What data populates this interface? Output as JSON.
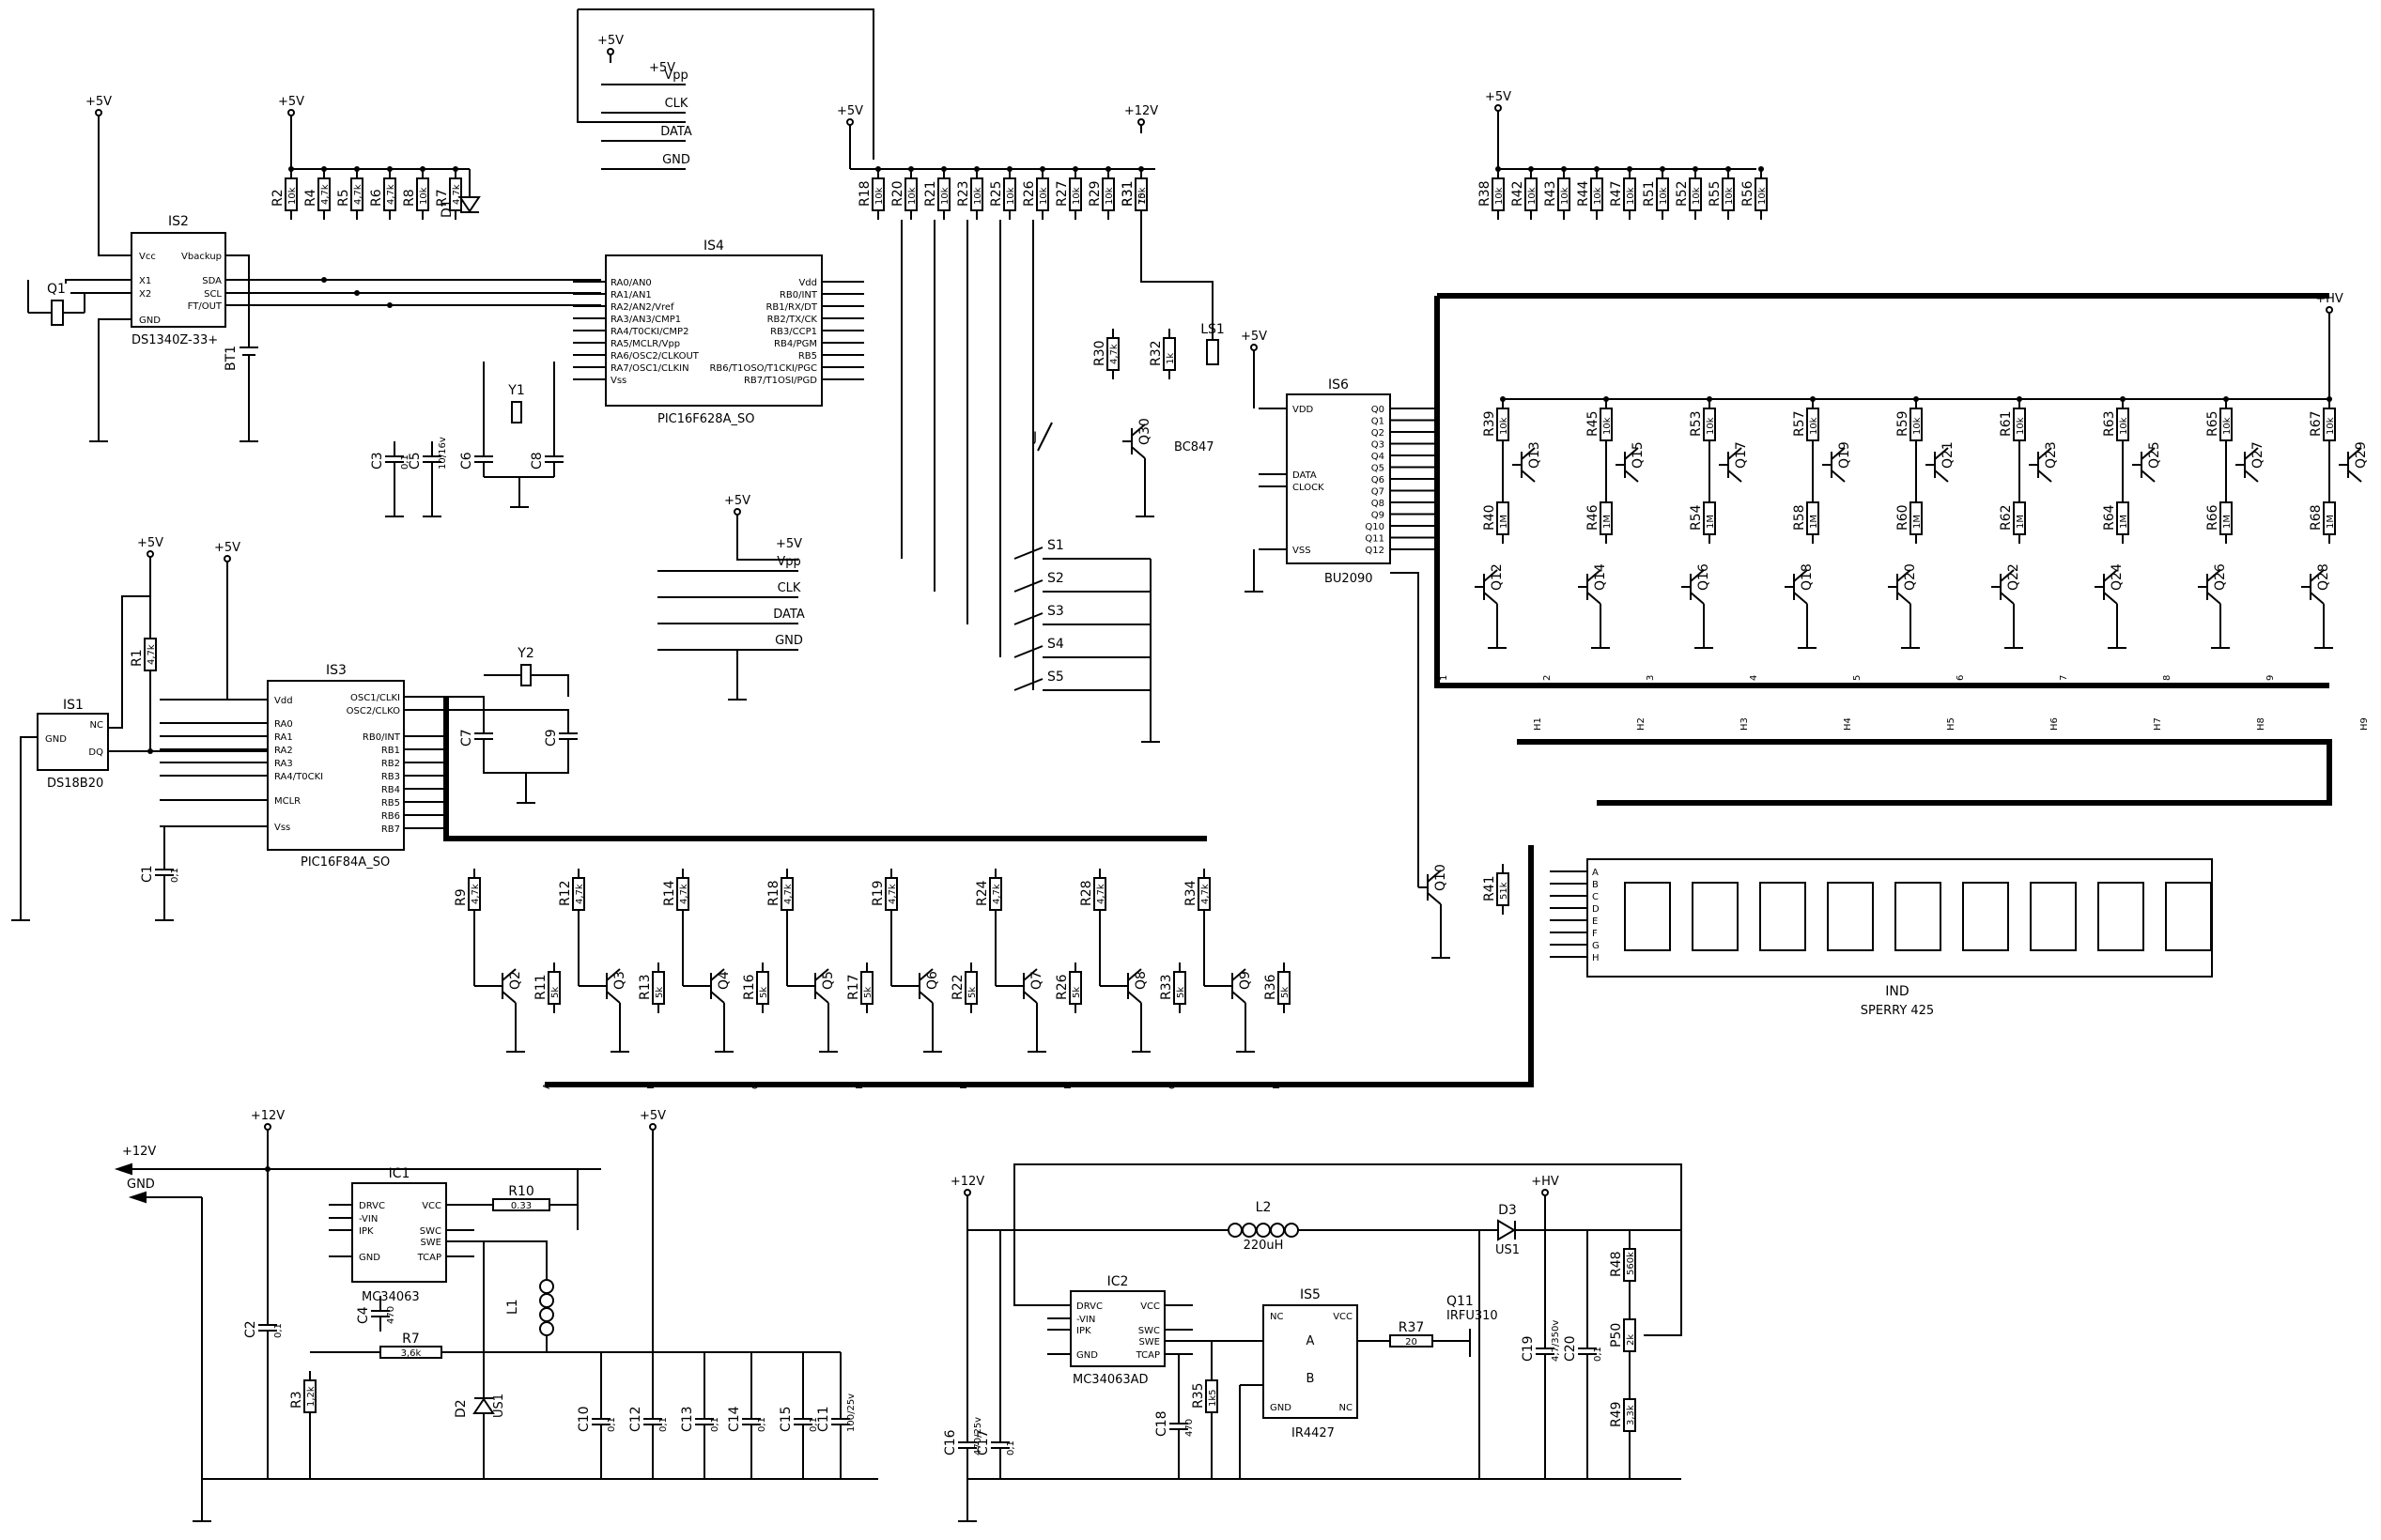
{
  "ics": {
    "is1": {
      "ref": "IS1",
      "part": "DS18B20",
      "pins": [
        "GND",
        "NC",
        "DQ"
      ]
    },
    "is2": {
      "ref": "IS2",
      "part": "DS1340Z-33+",
      "pins": [
        "Vcc",
        "Vbackup",
        "X1",
        "SDA",
        "X2",
        "SCL",
        "FT/OUT",
        "GND"
      ]
    },
    "is3": {
      "ref": "IS3",
      "part": "PIC16F84A_SO",
      "pins_left": [
        "Vdd",
        "RA0",
        "RA1",
        "RA2",
        "RA3",
        "RA4/T0CKI",
        "MCLR",
        "Vss"
      ],
      "pins_right": [
        "OSC1/CLKI",
        "OSC2/CLKO",
        "RB0/INT",
        "RB1",
        "RB2",
        "RB3",
        "RB4",
        "RB5",
        "RB6",
        "RB7"
      ]
    },
    "is4": {
      "ref": "IS4",
      "part": "PIC16F628A_SO",
      "pins_left": [
        "RA0/AN0",
        "RA1/AN1",
        "RA2/AN2/Vref",
        "RA3/AN3/CMP1",
        "RA4/T0CKI/CMP2",
        "RA5/MCLR/Vpp",
        "RA6/OSC2/CLKOUT",
        "RA7/OSC1/CLKIN",
        "Vss"
      ],
      "pins_right": [
        "Vdd",
        "RB0/INT",
        "RB1/RX/DT",
        "RB2/TX/CK",
        "RB3/CCP1",
        "RB4/PGM",
        "RB5",
        "RB6/T1OSO/T1CKI/PGC",
        "RB7/T1OSI/PGD"
      ]
    },
    "is5": {
      "ref": "IS5",
      "part": "IR4427",
      "pins": [
        "NC",
        "VCC",
        "A",
        "B",
        "GND",
        "NC"
      ]
    },
    "is6": {
      "ref": "IS6",
      "part": "BU2090",
      "pins_left": [
        "VDD",
        "DATA",
        "CLOCK",
        "VSS"
      ],
      "pins_right": [
        "Q0",
        "Q1",
        "Q2",
        "Q3",
        "Q4",
        "Q5",
        "Q6",
        "Q7",
        "Q8",
        "Q9",
        "Q10",
        "Q11",
        "Q12"
      ]
    },
    "ic1": {
      "ref": "IC1",
      "part": "MC34063",
      "pins_left": [
        "DRVC",
        "-VIN",
        "IPK",
        "GND"
      ],
      "pins_right": [
        "VCC",
        "SWC",
        "SWE",
        "TCAP"
      ]
    },
    "ic2": {
      "ref": "IC2",
      "part": "MC34063AD",
      "pins_left": [
        "DRVC",
        "-VIN",
        "IPK",
        "GND"
      ],
      "pins_right": [
        "VCC",
        "SWC",
        "SWE",
        "TCAP"
      ]
    }
  },
  "display": {
    "ref": "IND",
    "part": "SPERRY 425",
    "segments": [
      "A",
      "B",
      "C",
      "D",
      "E",
      "F",
      "G",
      "H"
    ]
  },
  "connectors": {
    "prog_top": [
      "+5V",
      "Vpp",
      "CLK",
      "DATA",
      "GND"
    ],
    "prog_mid": [
      "+5V",
      "Vpp",
      "CLK",
      "DATA",
      "GND"
    ]
  },
  "rails": {
    "p5": "+5V",
    "p12": "+12V",
    "gnd": "GND",
    "hv": "+HV"
  },
  "crystals": {
    "q1": "Q1",
    "y1": "Y1",
    "y2": "Y2"
  },
  "misc": {
    "bt1": "BT1",
    "ls1": "LS1",
    "j": "J",
    "d1": "D1",
    "q30": "Q30",
    "q30_part": "BC847",
    "q10": "Q10",
    "q11": "Q11",
    "q11_part": "IRFU310",
    "l1": "L1",
    "l2": "L2",
    "l2_val": "220uH",
    "d2": "D2",
    "d2_part": "US1",
    "d3": "D3",
    "d3_part": "US1",
    "r10": "R10",
    "r10_val": "0.33",
    "r7": "R7",
    "r7_val": "3,6k",
    "r3": "R3",
    "r3_val": "1,2k",
    "c4": "C4",
    "c4_val": "470",
    "r37": "R37",
    "r37_val": "20",
    "r35": "R35",
    "r35_val": "1k5",
    "c18": "C18",
    "c18_val": "470",
    "c16": "C16",
    "c16_val": "470/25v",
    "c17": "C17",
    "c17_val": "0,1",
    "c19": "C19",
    "c19_val": "4,7/350v",
    "c20": "C20",
    "c20_val": "0,1",
    "r48": "R48",
    "r48_val": "560k",
    "p50": "P50",
    "p50_val": "2k",
    "r49": "R49",
    "r49_val": "3,3k",
    "c2": "C2",
    "c2_val": "0,1",
    "c3": "C3",
    "c3_val": "0,1",
    "c5": "C5",
    "c5_val": "10/16v",
    "c6": "C6",
    "c8": "C8",
    "c7": "C7",
    "c9": "C9",
    "c1": "C1",
    "c1_val": "0,1",
    "r1": "R1",
    "r1_val": "4,7k",
    "r41": "R41",
    "r41_val": "51k",
    "r30": "R30",
    "r30_val": "4,7k",
    "r32": "R32",
    "r32_val": "1k",
    "r31": "R31",
    "r31_val": "75"
  },
  "switches": [
    "S1",
    "S2",
    "S3",
    "S4",
    "S5"
  ],
  "caps_bank": [
    {
      "ref": "C10",
      "val": "0,1"
    },
    {
      "ref": "C12",
      "val": "0,1"
    },
    {
      "ref": "C13",
      "val": "0,1"
    },
    {
      "ref": "C14",
      "val": "0,1"
    },
    {
      "ref": "C15",
      "val": "0,1"
    },
    {
      "ref": "C11",
      "val": "100/25v"
    }
  ],
  "res_is2": [
    {
      "ref": "R2",
      "val": "10k"
    },
    {
      "ref": "R4",
      "val": "4,7k"
    },
    {
      "ref": "R5",
      "val": "4,7k"
    },
    {
      "ref": "R6",
      "val": "4,7k"
    },
    {
      "ref": "R8",
      "val": "10k"
    },
    {
      "ref": "R7",
      "val": "4,7k"
    }
  ],
  "res_is4": [
    {
      "ref": "R18",
      "val": "10k"
    },
    {
      "ref": "R20",
      "val": "10k"
    },
    {
      "ref": "R21",
      "val": "10k"
    },
    {
      "ref": "R23",
      "val": "10k"
    },
    {
      "ref": "R25",
      "val": "10k"
    },
    {
      "ref": "R26",
      "val": "10k"
    },
    {
      "ref": "R27",
      "val": "10k"
    },
    {
      "ref": "R29",
      "val": "10k"
    },
    {
      "ref": "R31",
      "val": "10k"
    }
  ],
  "res_top_right": [
    {
      "ref": "R38",
      "val": "10k"
    },
    {
      "ref": "R42",
      "val": "10k"
    },
    {
      "ref": "R43",
      "val": "10k"
    },
    {
      "ref": "R44",
      "val": "10k"
    },
    {
      "ref": "R47",
      "val": "10k"
    },
    {
      "ref": "R51",
      "val": "10k"
    },
    {
      "ref": "R52",
      "val": "10k"
    },
    {
      "ref": "R55",
      "val": "10k"
    },
    {
      "ref": "R56",
      "val": "10k"
    }
  ],
  "hv_drivers": [
    {
      "r_top": "R39",
      "q_top": "Q13",
      "r_bot": "R40",
      "q_bot": "Q12",
      "bus": "1"
    },
    {
      "r_top": "R45",
      "q_top": "Q15",
      "r_bot": "R46",
      "q_bot": "Q14",
      "bus": "2"
    },
    {
      "r_top": "R53",
      "q_top": "Q17",
      "r_bot": "R54",
      "q_bot": "Q16",
      "bus": "3"
    },
    {
      "r_top": "R57",
      "q_top": "Q19",
      "r_bot": "R58",
      "q_bot": "Q18",
      "bus": "4"
    },
    {
      "r_top": "R59",
      "q_top": "Q21",
      "r_bot": "R60",
      "q_bot": "Q20",
      "bus": "5"
    },
    {
      "r_top": "R61",
      "q_top": "Q23",
      "r_bot": "R62",
      "q_bot": "Q22",
      "bus": "6"
    },
    {
      "r_top": "R63",
      "q_top": "Q25",
      "r_bot": "R64",
      "q_bot": "Q24",
      "bus": "7"
    },
    {
      "r_top": "R65",
      "q_top": "Q27",
      "r_bot": "R66",
      "q_bot": "Q26",
      "bus": "8"
    },
    {
      "r_top": "R67",
      "q_top": "Q29",
      "r_bot": "R68",
      "q_bot": "Q28",
      "bus": "9"
    }
  ],
  "hv_res_vals": {
    "top": "10k",
    "bot": "1M"
  },
  "seg_drivers": [
    {
      "r": "R9",
      "q": "Q2",
      "r2": "R11",
      "bus": "A"
    },
    {
      "r": "R12",
      "q": "Q3",
      "r2": "R13",
      "bus": "B"
    },
    {
      "r": "R14",
      "q": "Q4",
      "r2": "R16",
      "bus": "C"
    },
    {
      "r": "R18",
      "q": "Q5",
      "r2": "R17",
      "bus": "D"
    },
    {
      "r": "R19",
      "q": "Q6",
      "r2": "R22",
      "bus": "E"
    },
    {
      "r": "R24",
      "q": "Q7",
      "r2": "R26",
      "bus": "F"
    },
    {
      "r": "R28",
      "q": "Q8",
      "r2": "R33",
      "bus": "G"
    },
    {
      "r": "R34",
      "q": "Q9",
      "r2": "R36",
      "bus": "H"
    }
  ],
  "seg_res_vals": {
    "top": "4,7k",
    "bot": "5k"
  },
  "digit_labels": [
    "H1",
    "H2",
    "H3",
    "H4",
    "H5",
    "H6",
    "H7",
    "H8",
    "H9"
  ]
}
